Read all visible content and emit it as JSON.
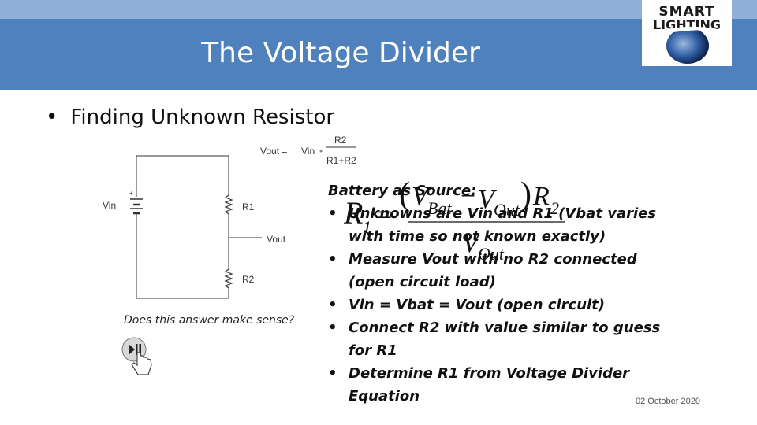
{
  "slide": {
    "title": "The Voltage Divider",
    "bullet": "Finding Unknown Resistor",
    "date": "02 October 2020"
  },
  "logo": {
    "line1": "SMART",
    "line2": "LIGHTING"
  },
  "diagram": {
    "top_equation": {
      "lhs": "Vout =",
      "vin": "Vin",
      "numerator": "R2",
      "denominator": "R1+R2"
    },
    "labels": {
      "vin": "Vin",
      "r1": "R1",
      "vout": "Vout",
      "r2": "R2",
      "plus": "+"
    },
    "caption": "Does this answer make sense?"
  },
  "formula": {
    "R": "R",
    "sub1": "1",
    "eq": "=",
    "vbat": "V",
    "bat": "Bat",
    "vout": "V",
    "out": "Out",
    "r2": "R",
    "sub2": "2"
  },
  "notes": {
    "heading": "Battery as Source:",
    "items": [
      "Unknowns are Vin and R1 (Vbat varies with time so not known exactly)",
      "Measure Vout with no R2 connected (open circuit load)",
      "Vin = Vbat = Vout (open circuit)",
      "Connect R2 with value similar to guess for R1",
      "Determine R1 from Voltage Divider Equation"
    ]
  }
}
